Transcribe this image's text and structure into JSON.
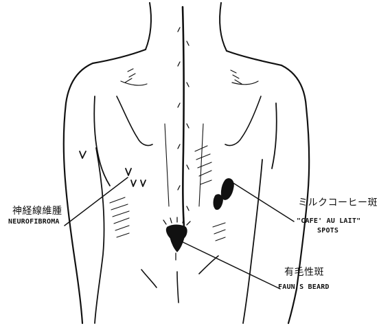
{
  "annotations": {
    "neurofibroma": {
      "japanese": "神経線維腫",
      "english": "NEUROFIBROMA"
    },
    "cafe_au_lait": {
      "japanese": "ミルクコーヒー斑",
      "english_line1": "\"CAFE' AU LAIT\"",
      "english_line2": "SPOTS"
    },
    "faun_beard": {
      "japanese": "有毛性斑",
      "english": "FAUN'S BEARD"
    }
  }
}
